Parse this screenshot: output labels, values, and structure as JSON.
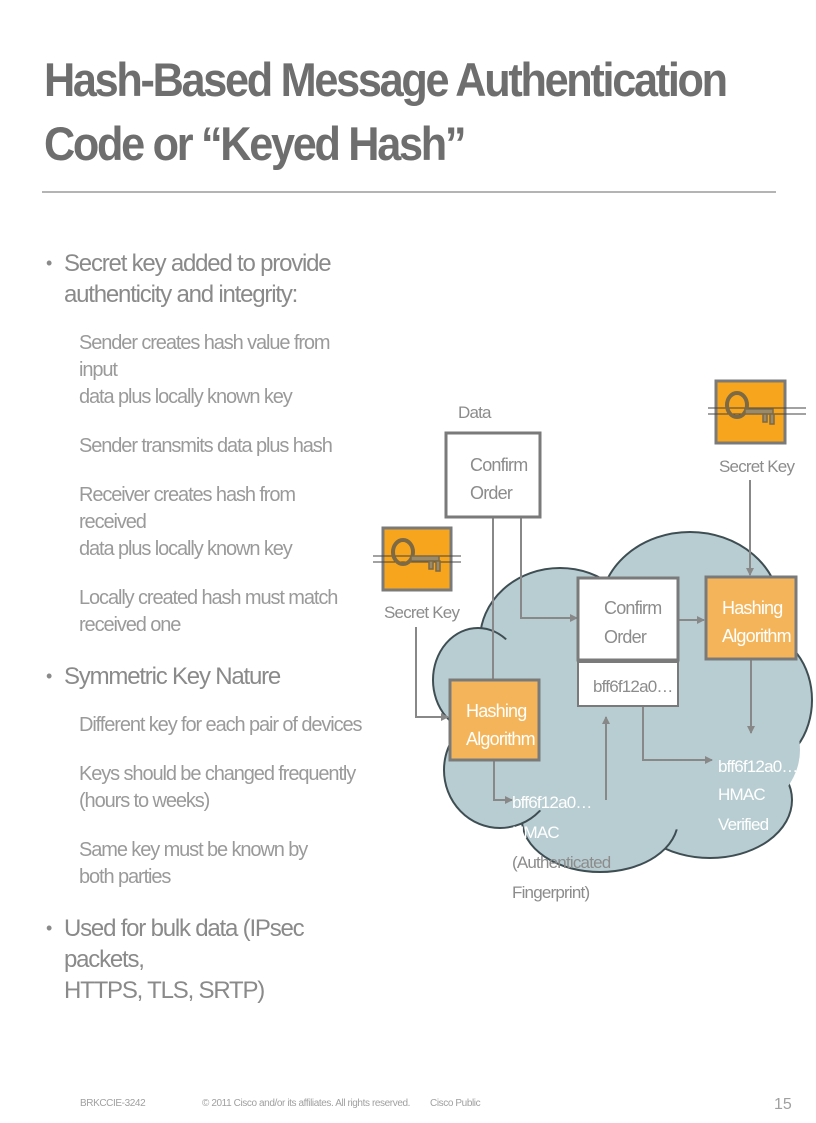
{
  "title": {
    "line1": "Hash-Based Message Authentication",
    "line2": "Code or “Keyed Hash”"
  },
  "bullets": [
    {
      "line1": "Secret key added to provide",
      "line2": "authenticity and integrity:",
      "subs": [
        {
          "line1": "Sender creates hash value from input",
          "line2": "data plus locally known key"
        },
        {
          "line1": "Sender transmits data plus hash",
          "line2": ""
        },
        {
          "line1": "Receiver creates hash from received",
          "line2": "data plus locally known key"
        },
        {
          "line1": "Locally created hash must match",
          "line2": "received one"
        }
      ]
    },
    {
      "line1": "Symmetric Key Nature",
      "line2": "",
      "subs": [
        {
          "line1": "Different key for each pair of devices",
          "line2": ""
        },
        {
          "line1": "Keys should be changed frequently",
          "line2": "(hours to weeks)"
        },
        {
          "line1": "Same key must be known by",
          "line2": "both parties"
        }
      ]
    },
    {
      "line1": "Used for bulk data (IPsec packets,",
      "line2": "HTTPS, TLS, SRTP)",
      "subs": []
    }
  ],
  "diagram": {
    "data_label": "Data",
    "secret_key_label": "Secret Key",
    "confirm_line1": "Confirm",
    "confirm_line2": "Order",
    "hashing_line1": "Hashing",
    "hashing_line2": "Algorithm",
    "hash_value": "bff6f12a0…",
    "hmac_label": "HMAC",
    "authenticated_line1": "(Authenticated",
    "authenticated_line2": "Fingerprint)",
    "verified_label": "Verified"
  },
  "footer": {
    "session_id": "BRKCCIE-3242",
    "copyright": "© 2011 Cisco and/or its affiliates. All rights reserved.",
    "classification": "Cisco Public",
    "page_number": "15"
  },
  "colors": {
    "orange": "#f7a51c",
    "cloud": "#b8cdd2",
    "text_gray": "#8c8c8c"
  }
}
